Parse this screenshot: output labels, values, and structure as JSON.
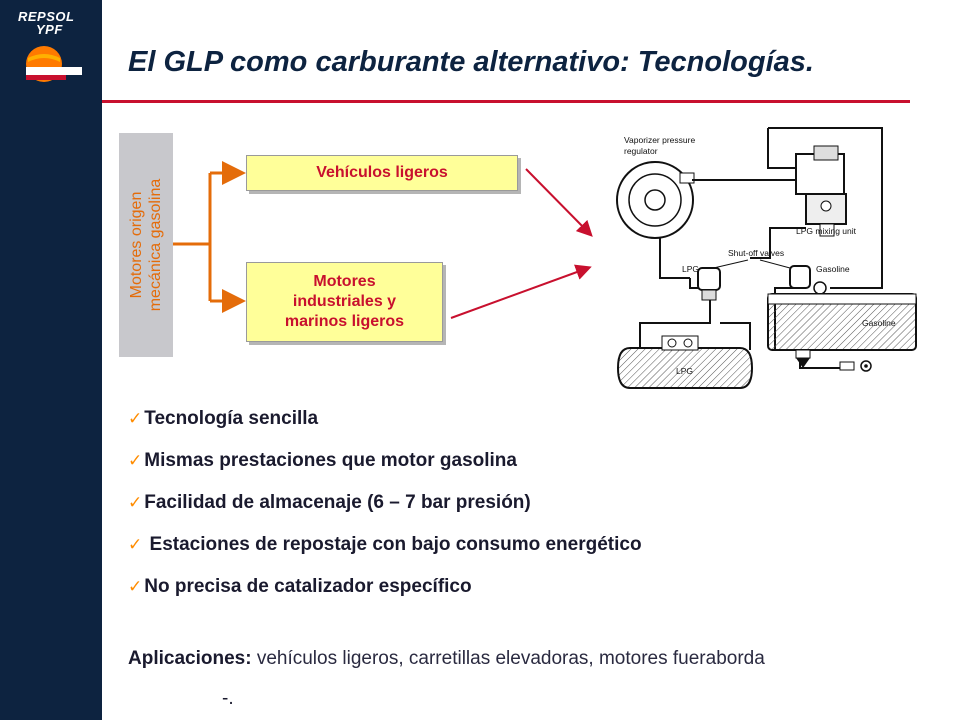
{
  "logo": {
    "line1": "REPSOL",
    "line2": "YPF"
  },
  "title": "El GLP como carburante alternativo: Tecnologías.",
  "diagram": {
    "vertical_label": [
      "Motores origen",
      "mecánica gasolina"
    ],
    "box_light_vehicles": "Vehículos ligeros",
    "box_industrial": [
      "Motores",
      "industriales y",
      "marinos ligeros"
    ]
  },
  "schematic": {
    "labels": {
      "vaporizer_line1": "Vaporizer pressure",
      "vaporizer_line2": "regulator",
      "mixing_unit": "LPG mixing unit",
      "shutoff": "Shut-off valves",
      "lpg_valve": "LPG",
      "gasoline_valve": "Gasoline",
      "gasoline_tank": "Gasoline",
      "lpg_tank": "LPG"
    }
  },
  "bullets": [
    "Tecnología sencilla",
    "Mismas prestaciones que motor gasolina",
    "Facilidad de almacenaje (6 – 7 bar presión)",
    " Estaciones de repostaje con bajo consumo energético",
    "No precisa de catalizador específico"
  ],
  "bullet_mark": "✓",
  "applications": {
    "label": "Aplicaciones:",
    "text": " vehículos ligeros, carretillas elevadoras, motores fueraborda"
  },
  "footer": "-.",
  "colors": {
    "sidebar": "#0d2340",
    "rule": "#c8102e",
    "accent_orange": "#e46c0a",
    "box_fill": "#ffff99",
    "box_text": "#c8102e"
  }
}
